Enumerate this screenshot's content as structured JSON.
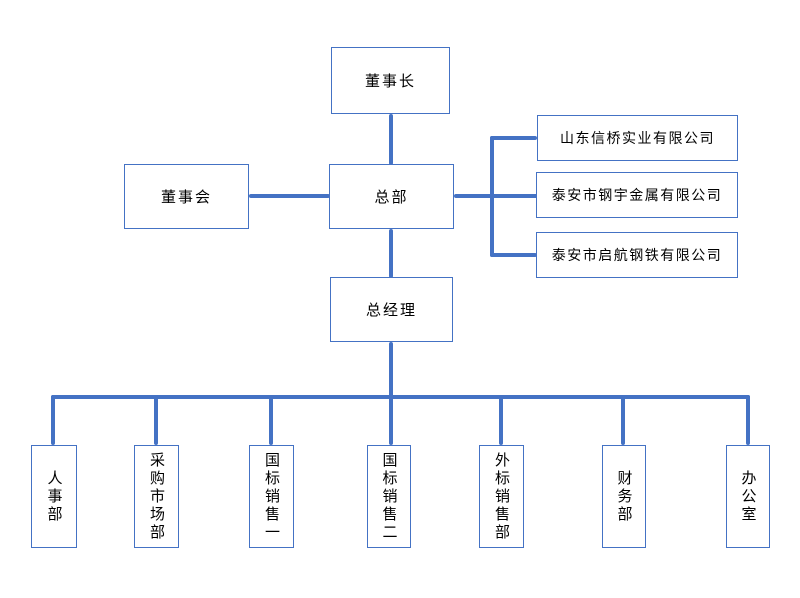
{
  "diagram": {
    "type": "org-chart",
    "accent_color": "#4472C4",
    "background_color": "#ffffff",
    "nodes": {
      "chairman": "董事长",
      "board": "董事会",
      "headquarters": "总部",
      "general_manager": "总经理",
      "subsidiary_1": "山东信桥实业有限公司",
      "subsidiary_2": "泰安市钢宇金属有限公司",
      "subsidiary_3": "泰安市启航钢铁有限公司",
      "dept_1": "人事部",
      "dept_2": "采购市场部",
      "dept_3": "国标销售一",
      "dept_4": "国标销售二",
      "dept_5": "外标销售部",
      "dept_6": "财务部",
      "dept_7": "办公室"
    },
    "edges": [
      {
        "from": "chairman",
        "to": "headquarters"
      },
      {
        "from": "board",
        "to": "headquarters"
      },
      {
        "from": "headquarters",
        "to": "subsidiary_1"
      },
      {
        "from": "headquarters",
        "to": "subsidiary_2"
      },
      {
        "from": "headquarters",
        "to": "subsidiary_3"
      },
      {
        "from": "headquarters",
        "to": "general_manager"
      },
      {
        "from": "general_manager",
        "to": "dept_1"
      },
      {
        "from": "general_manager",
        "to": "dept_2"
      },
      {
        "from": "general_manager",
        "to": "dept_3"
      },
      {
        "from": "general_manager",
        "to": "dept_4"
      },
      {
        "from": "general_manager",
        "to": "dept_5"
      },
      {
        "from": "general_manager",
        "to": "dept_6"
      },
      {
        "from": "general_manager",
        "to": "dept_7"
      }
    ]
  }
}
